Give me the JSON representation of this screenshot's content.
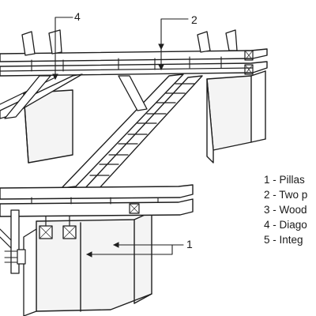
{
  "callouts": {
    "c1": "1",
    "c2": "2",
    "c4": "4"
  },
  "legend": [
    {
      "id": "legend-item-1",
      "text": "1 - Pillas"
    },
    {
      "id": "legend-item-2",
      "text": "2 - Two p"
    },
    {
      "id": "legend-item-3",
      "text": "3 - Wood"
    },
    {
      "id": "legend-item-4",
      "text": "4 - Diago"
    },
    {
      "id": "legend-item-5",
      "text": "5 - Integ"
    }
  ]
}
